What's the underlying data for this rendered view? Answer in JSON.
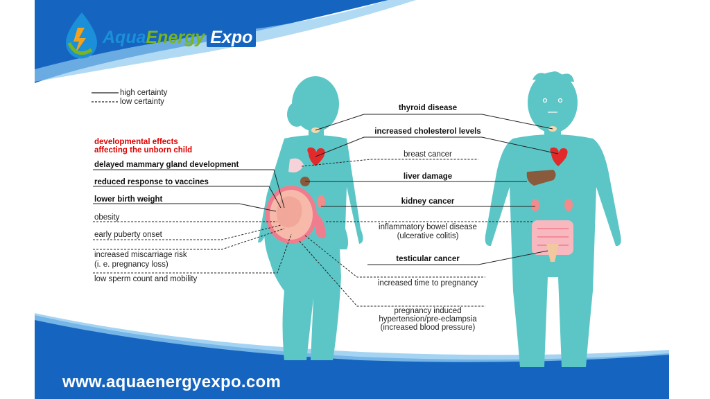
{
  "brand": {
    "word1": "Aqua",
    "word2": "Energy",
    "word3": "Expo"
  },
  "footer": {
    "url": "www.aquaenergyexpo.com"
  },
  "legend": {
    "high": "high certainty",
    "low": "low certainty"
  },
  "colors": {
    "figure": "#5cc6c6",
    "accent_red": "#e00000",
    "banner_blue": "#1565c0"
  },
  "labels": {
    "dev_title_1": "developmental effects",
    "dev_title_2": "affecting the unborn child",
    "mammary": "delayed mammary gland development",
    "vaccines": "reduced response to vaccines",
    "birth_weight": "lower birth weight",
    "obesity": "obesity",
    "puberty": "early puberty onset",
    "miscarriage_1": "increased miscarriage risk",
    "miscarriage_2": "(i. e. pregnancy loss)",
    "sperm": "low sperm count and mobility",
    "thyroid": "thyroid disease",
    "cholesterol": "increased cholesterol levels",
    "breast": "breast cancer",
    "liver": "liver damage",
    "kidney": "kidney cancer",
    "ibd_1": "inflammatory bowel disease",
    "ibd_2": "(ulcerative colitis)",
    "testicular": "testicular cancer",
    "time_preg": "increased time to pregnancy",
    "hyper_1": "pregnancy induced",
    "hyper_2": "hypertension/pre-eclampsia",
    "hyper_3": "(increased blood pressure)"
  }
}
